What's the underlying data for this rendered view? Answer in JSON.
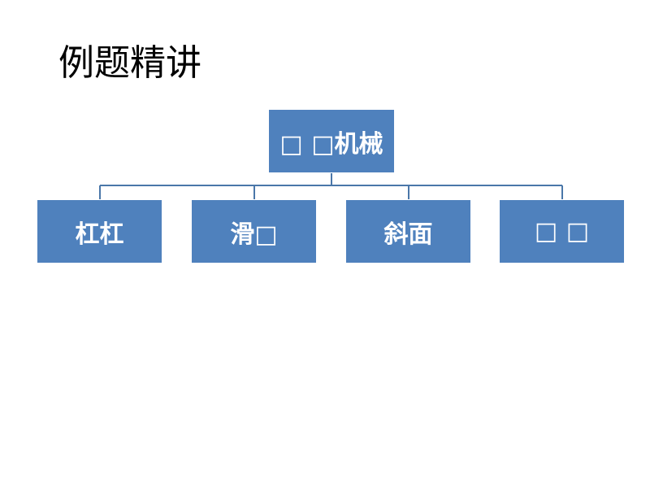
{
  "slide": {
    "title": "例题精讲"
  },
  "diagram": {
    "root": {
      "label": "□ □机械"
    },
    "children": [
      {
        "label": "杠杠"
      },
      {
        "label": "滑□"
      },
      {
        "label": "斜面"
      },
      {
        "label": "□ □"
      }
    ],
    "colors": {
      "box_fill": "#4f81bd",
      "connector": "#4a77a9",
      "box_text": "#ffffff"
    }
  }
}
